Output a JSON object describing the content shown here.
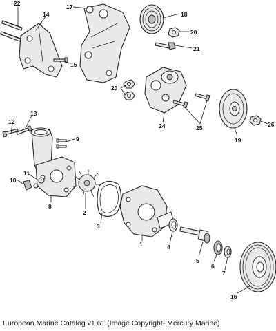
{
  "caption": "European Marine Catalog v1.61 (Image Copyright- Mercury Marine)",
  "callouts": [
    "1",
    "2",
    "3",
    "4",
    "5",
    "6",
    "7",
    "8",
    "9",
    "10",
    "11",
    "12",
    "13",
    "14",
    "15",
    "16",
    "17",
    "18",
    "19",
    "20",
    "21",
    "22",
    "23",
    "24",
    "25",
    "26"
  ]
}
